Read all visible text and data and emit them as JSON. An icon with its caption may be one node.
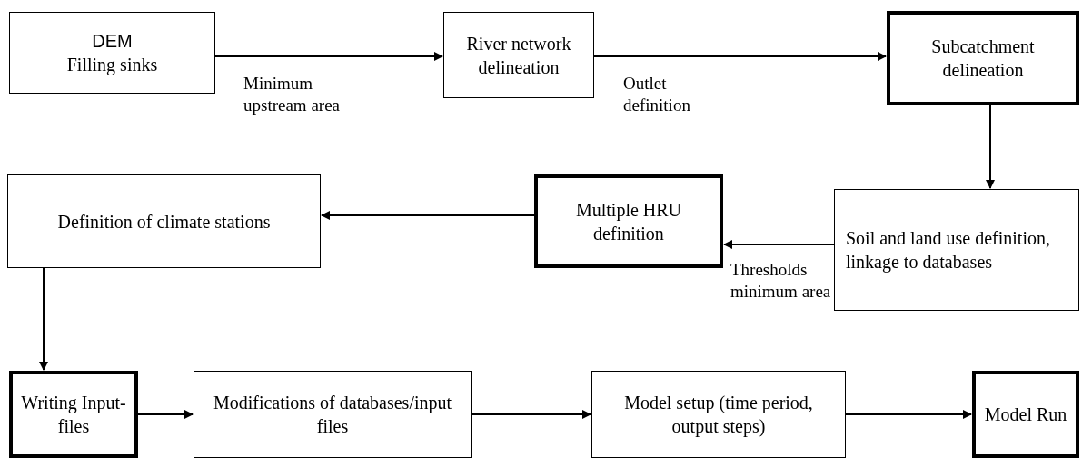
{
  "diagram": {
    "nodes": [
      {
        "text": [
          "DEM",
          "Filling sinks"
        ]
      },
      {
        "text": [
          "River network delineation"
        ]
      },
      {
        "text": [
          "Subcatchment delineation"
        ]
      },
      {
        "text": [
          "Soil and land use definition, linkage to databases"
        ]
      },
      {
        "text": [
          "Multiple HRU definition"
        ]
      },
      {
        "text": [
          "Definition of climate stations"
        ]
      },
      {
        "text": [
          "Writing Input-files"
        ]
      },
      {
        "text": [
          "Modifications of databases/input files"
        ]
      },
      {
        "text": [
          "Model setup (time period, output steps)"
        ]
      },
      {
        "text": [
          "Model Run"
        ]
      }
    ],
    "edges": [
      {
        "from": 0,
        "to": 1,
        "arrow": "to",
        "label": "Minimum upstream area"
      },
      {
        "from": 1,
        "to": 2,
        "arrow": "to",
        "label": "Outlet definition"
      },
      {
        "from": 2,
        "to": 3,
        "arrow": "to"
      },
      {
        "from": 3,
        "to": 4,
        "arrow": "to",
        "label": "Thresholds minimum area"
      },
      {
        "from": 4,
        "to": 5,
        "arrow": "to"
      },
      {
        "from": 5,
        "to": 6,
        "arrow": "to"
      },
      {
        "from": 6,
        "to": 7,
        "arrow": "to"
      },
      {
        "from": 7,
        "to": 8,
        "arrow": "to"
      },
      {
        "from": 8,
        "to": 9,
        "arrow": "to"
      }
    ]
  }
}
